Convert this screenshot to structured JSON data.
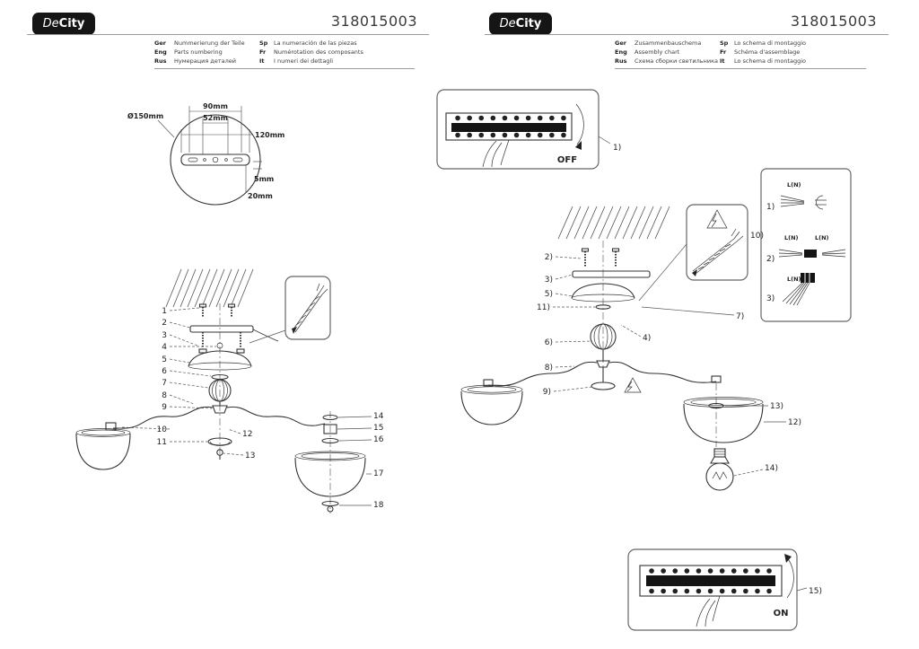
{
  "brand": {
    "part1": "De",
    "part2": "City"
  },
  "left_page": {
    "model": "318015003",
    "legend": {
      "rows": [
        {
          "l1": "Ger",
          "t1": "Nummerierung der Teile",
          "l2": "Sp",
          "t2": "La numeración de las piezas"
        },
        {
          "l1": "Eng",
          "t1": "Parts numbering",
          "l2": "Fr",
          "t2": "Numérotation des composants"
        },
        {
          "l1": "Rus",
          "t1": "Нумерация деталей",
          "l2": "It",
          "t2": "I numeri dei dettagli"
        }
      ]
    },
    "dimensions": {
      "diameter": "Ø150mm",
      "d90": "90mm",
      "d52": "52mm",
      "d120": "120mm",
      "d5": "5mm",
      "d20": "20mm"
    },
    "part_labels": [
      "1",
      "2",
      "3",
      "4",
      "5",
      "6",
      "7",
      "8",
      "9",
      "10",
      "11",
      "12",
      "13",
      "14",
      "15",
      "16",
      "17",
      "18"
    ]
  },
  "right_page": {
    "model": "318015003",
    "legend": {
      "rows": [
        {
          "l1": "Ger",
          "t1": "Zusammenbauschema",
          "l2": "Sp",
          "t2": "Lo schema di montaggio"
        },
        {
          "l1": "Eng",
          "t1": "Assembly chart",
          "l2": "Fr",
          "t2": "Schéma d'assemblage"
        },
        {
          "l1": "Rus",
          "t1": "Схема сборки светильника",
          "l2": "It",
          "t2": "Lo schema di montaggio"
        }
      ]
    },
    "steps": [
      "1)",
      "2)",
      "3)",
      "4)",
      "5)",
      "6)",
      "7)",
      "8)",
      "9)",
      "10)",
      "11)",
      "12)",
      "13)",
      "14)",
      "15)"
    ],
    "switch_off": "OFF",
    "switch_on": "ON",
    "wiring": {
      "s1": "1)",
      "s2": "2)",
      "s3": "3)",
      "ln": "L(N)"
    }
  }
}
